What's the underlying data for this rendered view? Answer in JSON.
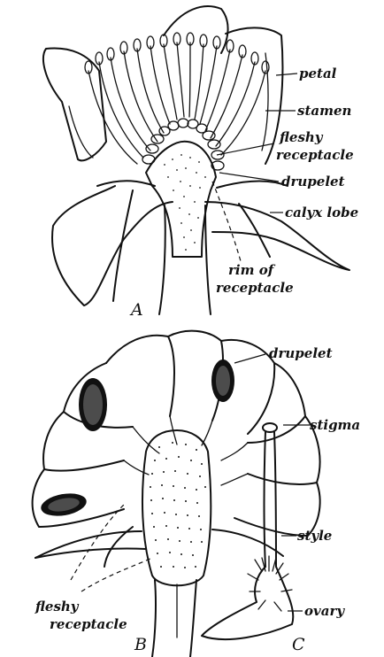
{
  "figure_a": {
    "letter": "A",
    "labels": {
      "petal": "petal",
      "stamen": "stamen",
      "fleshy_receptacle_line1": "fleshy",
      "fleshy_receptacle_line2": "receptacle",
      "drupelet": "drupelet",
      "calyx_lobe": "calyx lobe",
      "rim_line1": "rim of",
      "rim_line2": "receptacle"
    }
  },
  "figure_b": {
    "letter": "B",
    "labels": {
      "drupelet": "drupelet",
      "stigma": "stigma",
      "style": "style",
      "fleshy_receptacle_line1": "fleshy",
      "fleshy_receptacle_line2": "receptacle"
    }
  },
  "figure_c": {
    "letter": "C",
    "labels": {
      "ovary": "ovary"
    }
  }
}
